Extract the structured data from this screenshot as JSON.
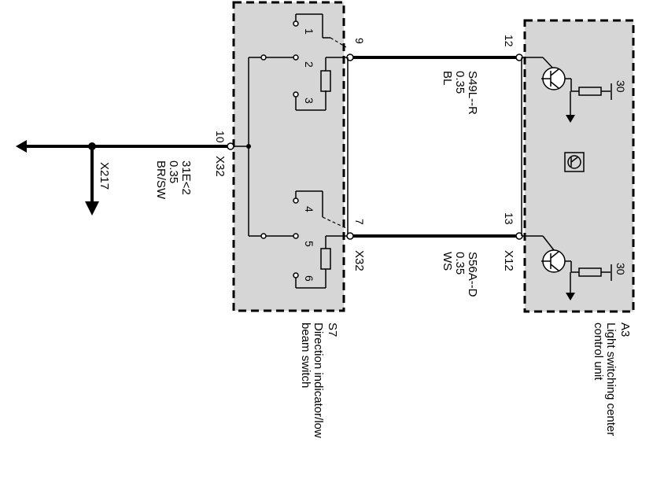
{
  "modules": {
    "s7": {
      "id": "S7",
      "name_line1": "Direction indicator/low",
      "name_line2": "beam switch",
      "connector_top": "X32",
      "connector_bottom": "X32",
      "contacts": [
        "1",
        "2",
        "3",
        "4",
        "5",
        "6"
      ],
      "pin_left": "10",
      "pin_top": "9",
      "pin_bottom": "7"
    },
    "a3": {
      "id": "A3",
      "name_line1": "Light switching center",
      "name_line2": "control unit",
      "connector": "X12",
      "pin_top": "12",
      "pin_bottom": "13",
      "supply_top": "30",
      "supply_bottom": "30"
    }
  },
  "wires": {
    "top": {
      "code": "S49L--R",
      "size": "0.35",
      "color": "BL"
    },
    "bottom": {
      "code": "S56A--D",
      "size": "0.35",
      "color": "WS"
    },
    "ground": {
      "code": "31E<2",
      "size": "0.35",
      "color": "BR/SW",
      "connector": "X217"
    }
  },
  "icons": [
    "ground-arrow-icon",
    "transistor-icon",
    "resistor-icon",
    "lamp-symbol-icon"
  ]
}
